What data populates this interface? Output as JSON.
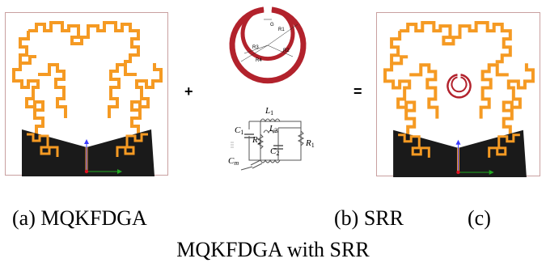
{
  "operators": {
    "plus": "+",
    "equals": "="
  },
  "srr_labels": {
    "g": "G",
    "r1": "R1",
    "r2": "R2",
    "r3": "R3",
    "r4": "R4"
  },
  "circuit": {
    "l1": "L",
    "l1_sub": "1",
    "l2": "L",
    "l2_sub": "2",
    "c1": "C",
    "c1_sub": "1",
    "c2": "C",
    "c2_sub": "2",
    "r1": "R",
    "r1_sub": "1",
    "r2": "R",
    "r2_sub": "2",
    "cm": "C",
    "cm_sub": "m"
  },
  "captions": {
    "a": "(a) MQKFDGA",
    "b": "(b) SRR",
    "c": "(c)",
    "c_cont": "MQKFDGA with SRR"
  },
  "colors": {
    "fractal": "#f59a23",
    "ground": "#1a1a1a",
    "ring": "#b2222c",
    "panel_border": "#c9a0a0",
    "axis_y": "#3a3aff",
    "axis_x": "#22aa22",
    "origin": "#e01020"
  }
}
